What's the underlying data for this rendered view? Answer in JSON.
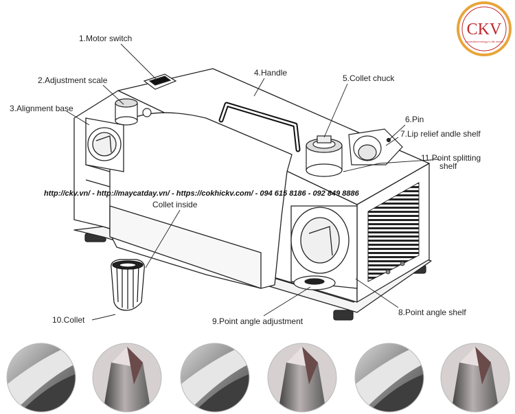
{
  "logo": {
    "text": "CKV",
    "tagline": "connectlechnology in life nessa",
    "color": "#c1272d",
    "ring": "#e8a53a"
  },
  "labels": {
    "motor_switch": "1.Motor switch",
    "adjustment_scale": "2.Adjustment scale",
    "alignment_base": "3.Alignment base",
    "handle": "4.Handle",
    "collet_chuck": "5.Collet chuck",
    "pin": "6.Pin",
    "lip_relief": "7.Lip relief andle shelf",
    "point_angle_shelf": "8.Point angle shelf",
    "point_angle_adjustment": "9.Point angle adjustment",
    "collet": "10.Collet",
    "point_splitting_1": "11.Point splitting",
    "point_splitting_2": "shelf",
    "collet_inside": "Collet inside"
  },
  "watermark": "http://ckv.vn/ - http://maycatday.vn/ - https://cokhickv.com/ - 094 615 8186 - 092 849 8886",
  "photos": [
    {
      "view": "drill-side"
    },
    {
      "view": "drill-tip"
    },
    {
      "view": "drill-side"
    },
    {
      "view": "drill-tip"
    },
    {
      "view": "drill-side"
    },
    {
      "view": "drill-tip"
    }
  ]
}
